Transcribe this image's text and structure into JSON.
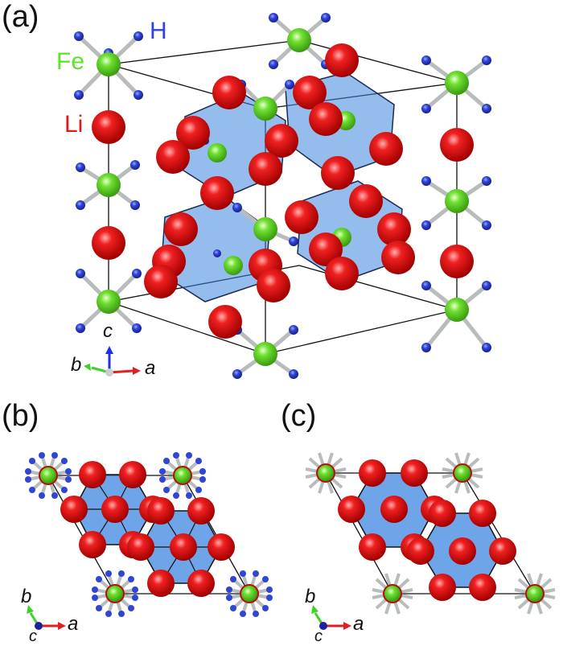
{
  "figure": {
    "panels": [
      {
        "id": "a",
        "label": "(a)",
        "view": "perspective"
      },
      {
        "id": "b",
        "label": "(b)",
        "view": "along c"
      },
      {
        "id": "c",
        "label": "(c)",
        "view": "along c"
      }
    ],
    "legend": {
      "H": {
        "label": "H",
        "color": "#2f45d8"
      },
      "Fe": {
        "label": "Fe",
        "color": "#5fe02a"
      },
      "Li": {
        "label": "Li",
        "color": "#e01a1a"
      }
    },
    "axes": {
      "a": {
        "label": "a",
        "color": "#e02020"
      },
      "b": {
        "label": "b",
        "color": "#3fd02a"
      },
      "c": {
        "label": "c",
        "color": "#2030e0"
      }
    },
    "colors": {
      "polyhedron": "#3d86e0",
      "bond": "#b8bcbc",
      "cell_line": "#111111"
    }
  }
}
